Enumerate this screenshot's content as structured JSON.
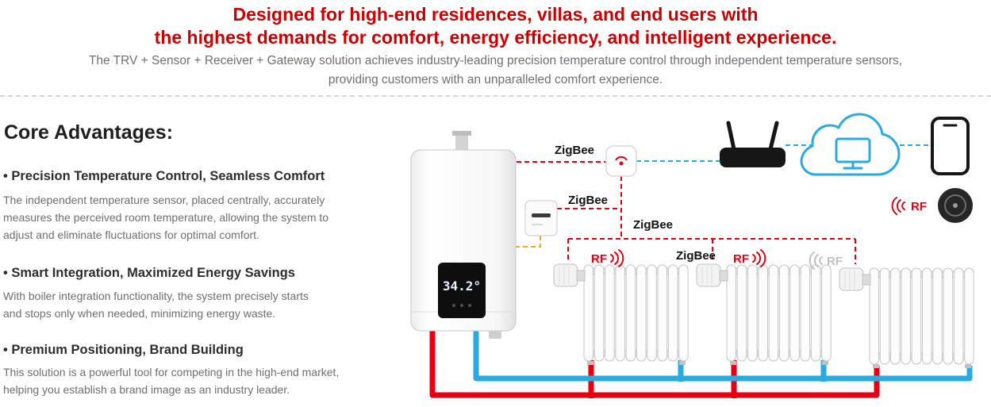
{
  "header": {
    "title_line1": "Designed for high-end residences, villas, and end users with",
    "title_line2": "the highest demands for comfort, energy efficiency, and intelligent experience.",
    "subtitle_line1": "The TRV + Sensor + Receiver + Gateway solution achieves industry-leading precision temperature control through independent temperature sensors,",
    "subtitle_line2": "providing customers with an unparalleled comfort experience."
  },
  "core_advantages": {
    "heading": "Core Advantages:",
    "items": [
      {
        "title": "• Precision Temperature Control, Seamless Comfort",
        "body": "The independent temperature sensor, placed centrally, accurately measures the perceived room temperature, allowing the system to adjust and eliminate fluctuations for optimal comfort."
      },
      {
        "title": "• Smart Integration, Maximized Energy Savings",
        "body": "With boiler integration functionality, the system precisely starts and stops only when needed, minimizing energy waste."
      },
      {
        "title": "• Premium Positioning, Brand Building",
        "body": "This solution is a powerful tool for competing in the high-end market, helping you establish a brand image as an industry leader."
      }
    ]
  },
  "diagram": {
    "boiler_display_value": "34.2°",
    "labels": {
      "zigbee_boiler_gateway": "ZigBee",
      "zigbee_sensor": "ZigBee",
      "zigbee_trunk": "ZigBee",
      "zigbee_trv": "ZigBee",
      "rf_trv1": "RF",
      "rf_trv2": "RF",
      "rf_trv3": "RF",
      "rf_receiver": "RF"
    },
    "colors": {
      "red_line": "#e60012",
      "blue_line": "#29abe2",
      "orange_line": "#f5a623",
      "title_red": "#cc0001"
    }
  }
}
